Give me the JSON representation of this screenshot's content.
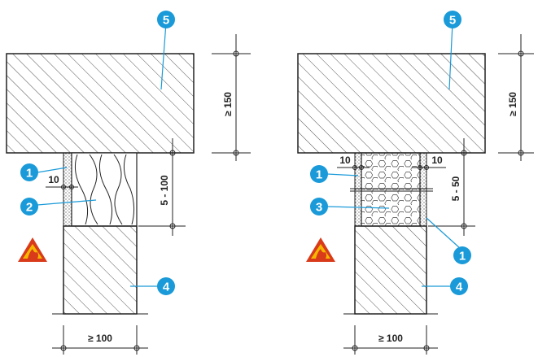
{
  "colors": {
    "callout": "#1a9ad8",
    "line": "#222222",
    "hatch": "#555555",
    "leader": "#1a9ad8",
    "fire_red": "#d93a1a",
    "fire_yellow": "#f5b800"
  },
  "left_detail": {
    "callouts": [
      "5",
      "1",
      "2",
      "4"
    ],
    "dims": {
      "slab_thickness": "≥ 150",
      "gap": "5 - 100",
      "edge_strip": "10",
      "wall_width": "≥ 100"
    },
    "icon": "fire-warning-icon"
  },
  "right_detail": {
    "callouts": [
      "5",
      "1",
      "3",
      "1",
      "4"
    ],
    "dims": {
      "slab_thickness": "≥ 150",
      "gap": "5 - 50",
      "edge_strip_left": "10",
      "edge_strip_right": "10",
      "wall_width": "≥ 100"
    },
    "icon": "fire-warning-icon"
  }
}
